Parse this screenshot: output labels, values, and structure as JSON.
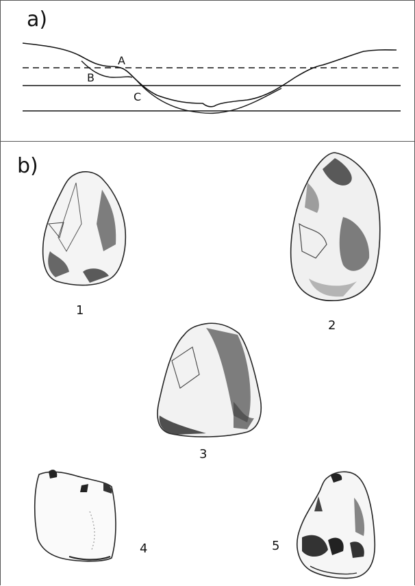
{
  "panel_a": {
    "label": "a)",
    "points": {
      "a": "A",
      "b": "B",
      "c": "C"
    }
  },
  "panel_b": {
    "label": "b)",
    "artifacts": [
      {
        "number": "1"
      },
      {
        "number": "2"
      },
      {
        "number": "3"
      },
      {
        "number": "4"
      },
      {
        "number": "5"
      }
    ]
  }
}
